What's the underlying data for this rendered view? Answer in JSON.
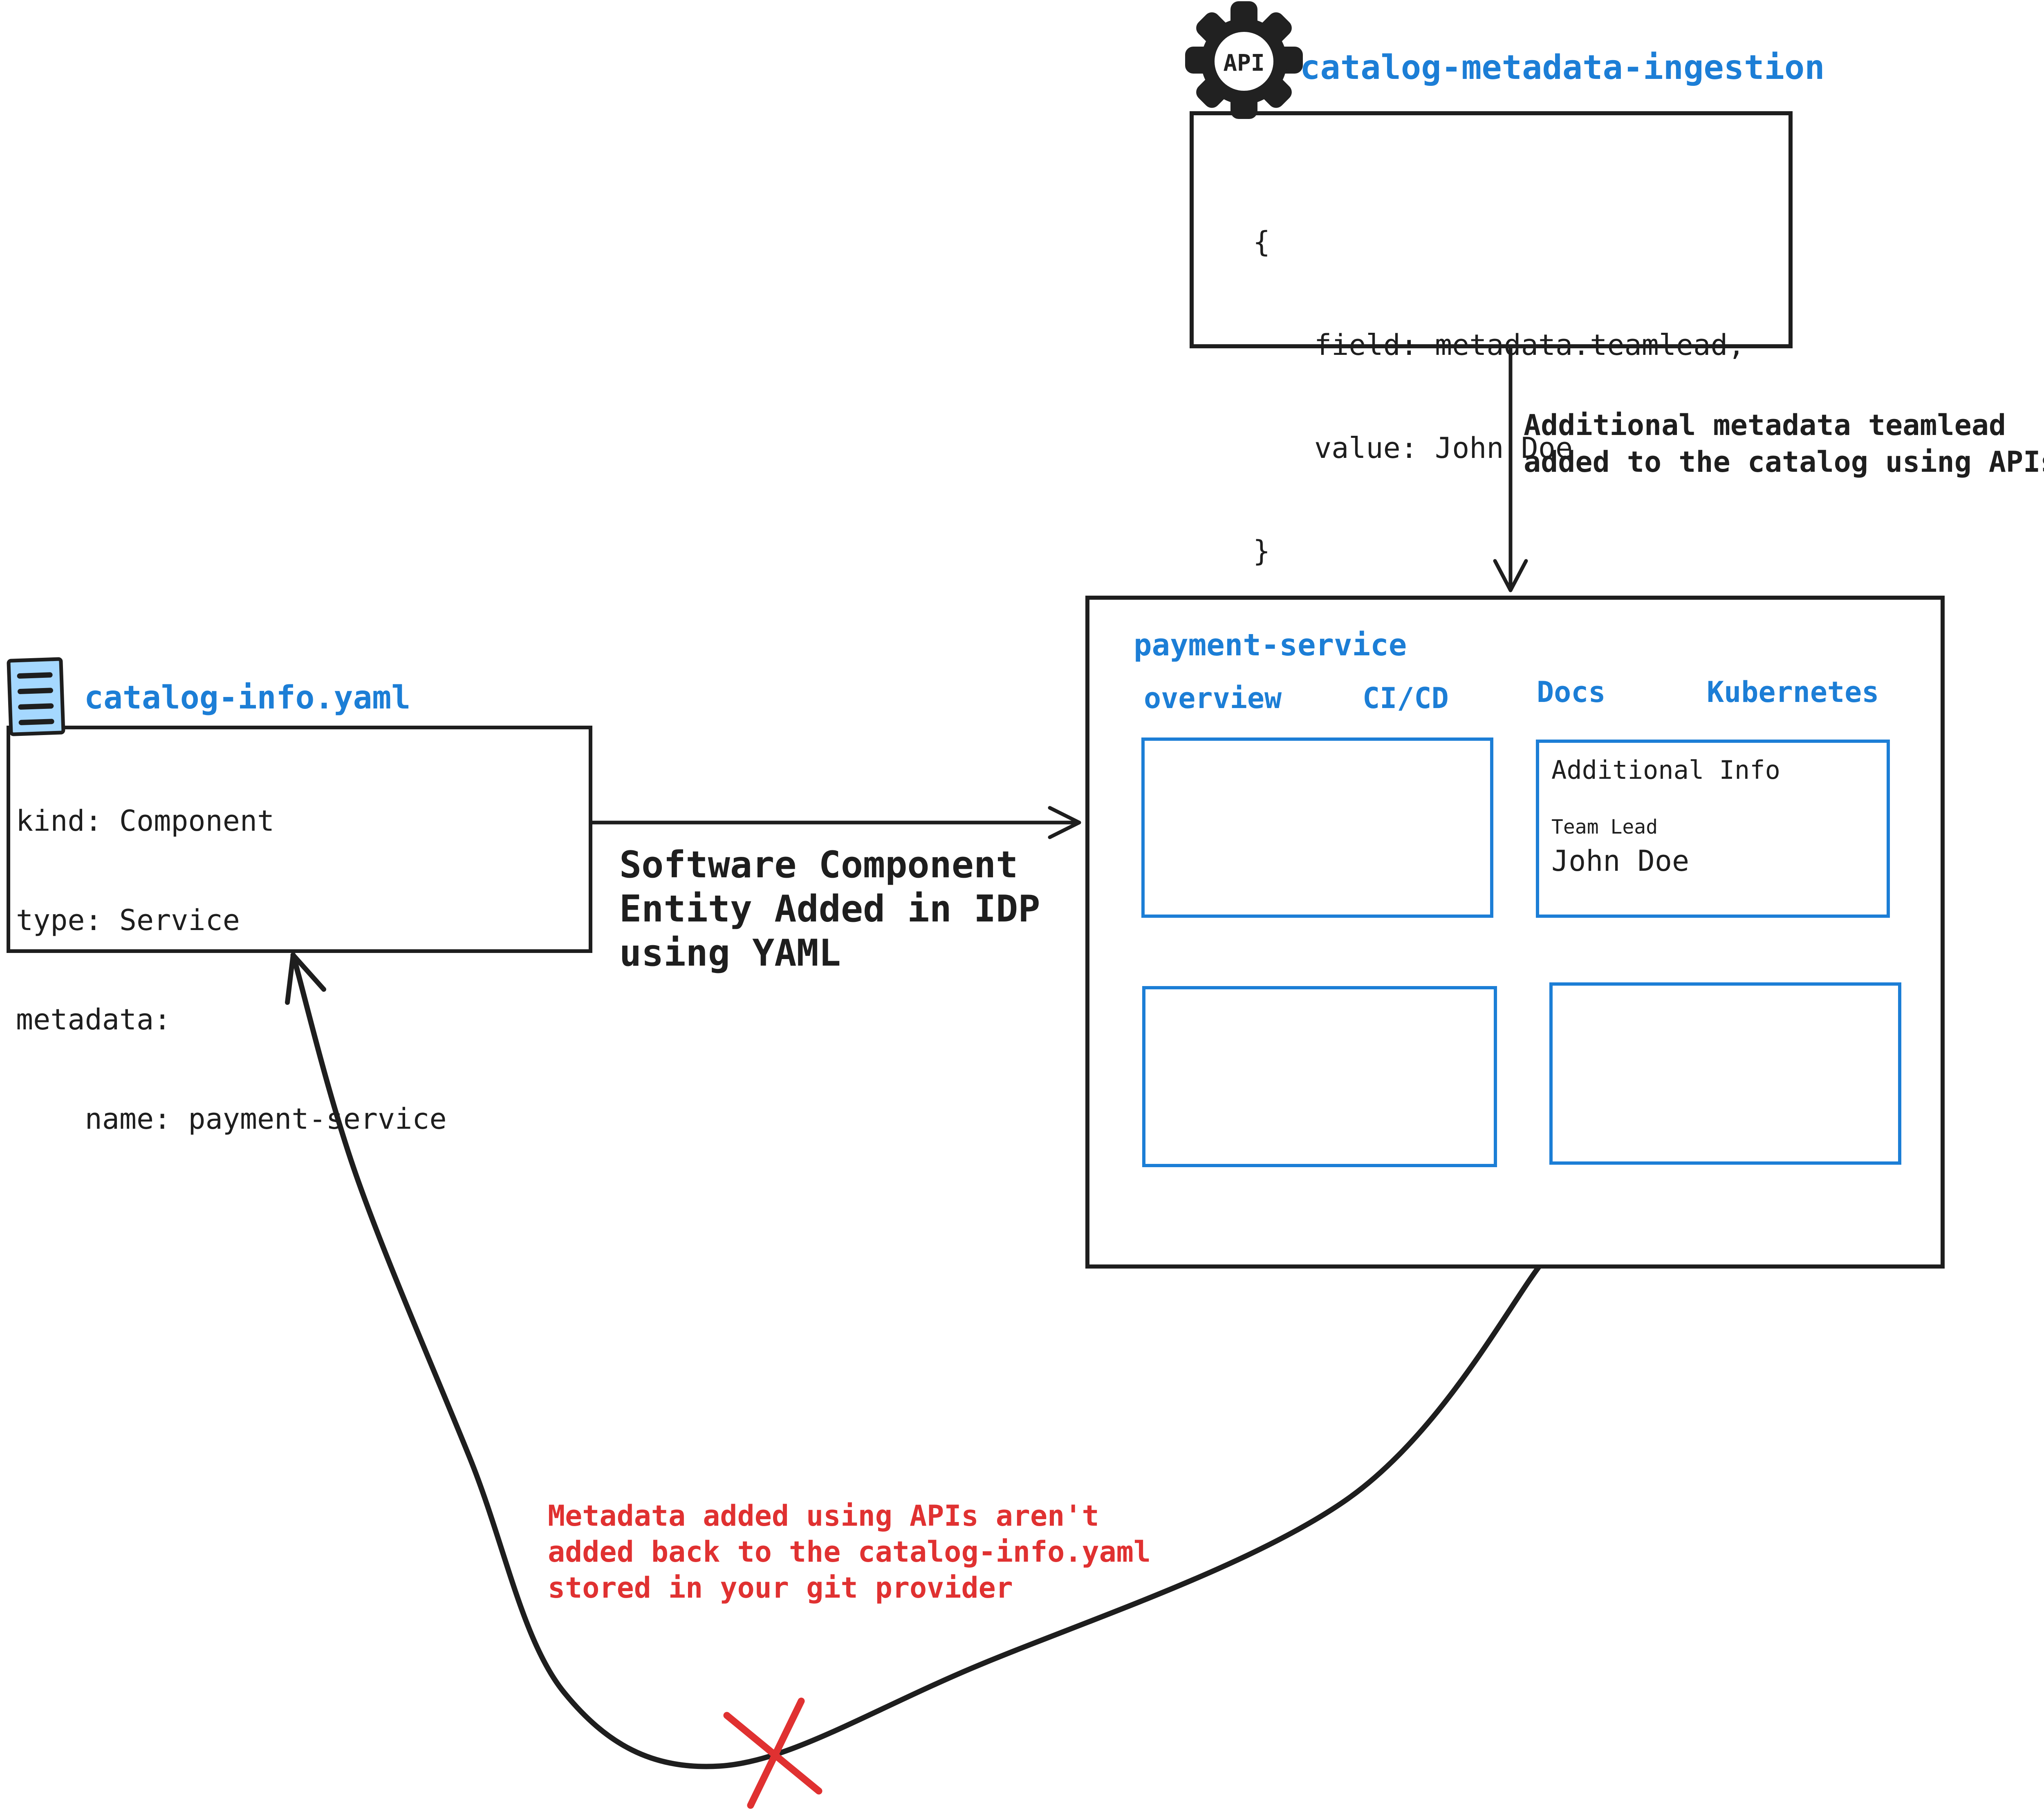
{
  "colors": {
    "accent_blue": "#1c7ed6",
    "ink_black": "#1e1e1e",
    "alert_red": "#e03131",
    "icon_fill_blue": "#a5d8ff"
  },
  "api_ingestion": {
    "icon_label": "API",
    "title": "catalog-metadata-ingestion",
    "code": {
      "open_brace": "{",
      "line_field": "field: metadata.teamlead,",
      "line_value": "value: John Doe",
      "close_brace": "}"
    }
  },
  "api_arrow": {
    "label_line1": "Additional metadata teamlead",
    "label_line2": "added to the catalog using APIs"
  },
  "idp_panel": {
    "title": "payment-service",
    "tabs": [
      {
        "label": "overview"
      },
      {
        "label": "CI/CD"
      },
      {
        "label": "Docs"
      },
      {
        "label": "Kubernetes"
      }
    ],
    "additional_info": {
      "heading": "Additional Info",
      "field_label": "Team Lead",
      "field_value": "John Doe"
    }
  },
  "yaml_file": {
    "title": "catalog-info.yaml",
    "lines": [
      "kind: Component",
      "type: Service",
      "metadata:",
      "    name: payment-service"
    ]
  },
  "yaml_arrow": {
    "label_line1": "Software Component",
    "label_line2": "Entity Added in IDP",
    "label_line3": "using YAML"
  },
  "feedback_note": {
    "line1": "Metadata added using APIs aren't",
    "line2": "added back to the catalog-info.yaml",
    "line3": "stored in your git provider"
  }
}
